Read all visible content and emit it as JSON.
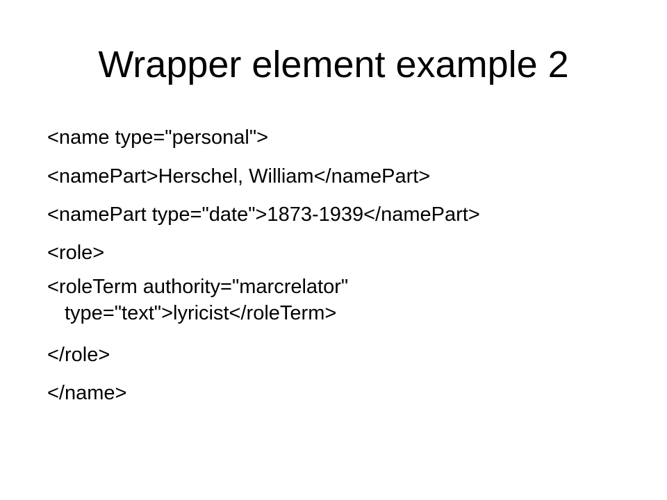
{
  "slide": {
    "title": "Wrapper element example 2",
    "lines": [
      "<name type=\"personal\">",
      "<namePart>Herschel, William</namePart>",
      "<namePart type=\"date\">1873-1939</namePart>",
      "<role>",
      "<roleTerm authority=\"marcrelator\"",
      "type=\"text\">lyricist</roleTerm>",
      "</role>",
      "</name>"
    ],
    "background_color": "#ffffff",
    "text_color": "#000000"
  }
}
